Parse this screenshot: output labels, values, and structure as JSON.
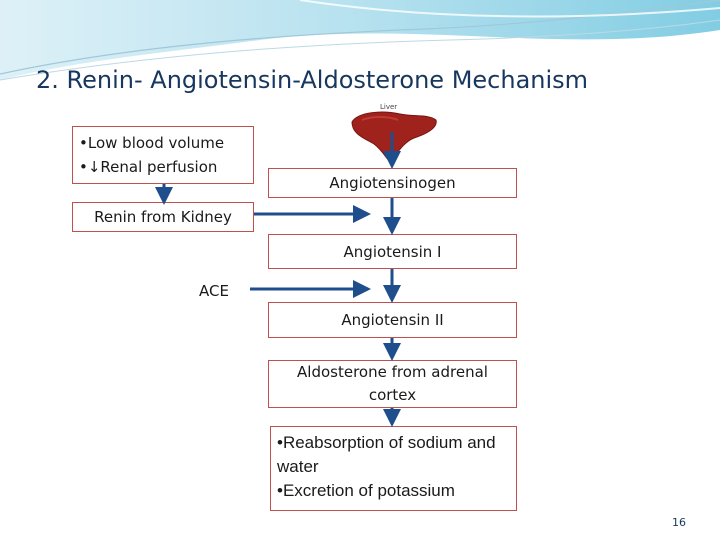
{
  "slide": {
    "title": "2. Renin- Angiotensin-Aldosterone Mechanism",
    "page_number": "16"
  },
  "trigger_box": {
    "items": [
      "Low blood volume",
      "↓Renal perfusion"
    ]
  },
  "liver_image": {
    "label": "Liver"
  },
  "boxes": {
    "renin": "Renin from Kidney",
    "angiotensinogen": "Angiotensinogen",
    "angiotensin1": "Angiotensin I",
    "ace": "ACE",
    "angiotensin2": "Angiotensin II",
    "aldosterone": "Aldosterone from adrenal cortex"
  },
  "effects_box": {
    "items": [
      "Reabsorption of sodium and water",
      "Excretion of potassium"
    ]
  },
  "colors": {
    "title": "#17375e",
    "box_border": "#c0504d",
    "arrow": "#1f4e8c",
    "liver": "#a0221c"
  }
}
